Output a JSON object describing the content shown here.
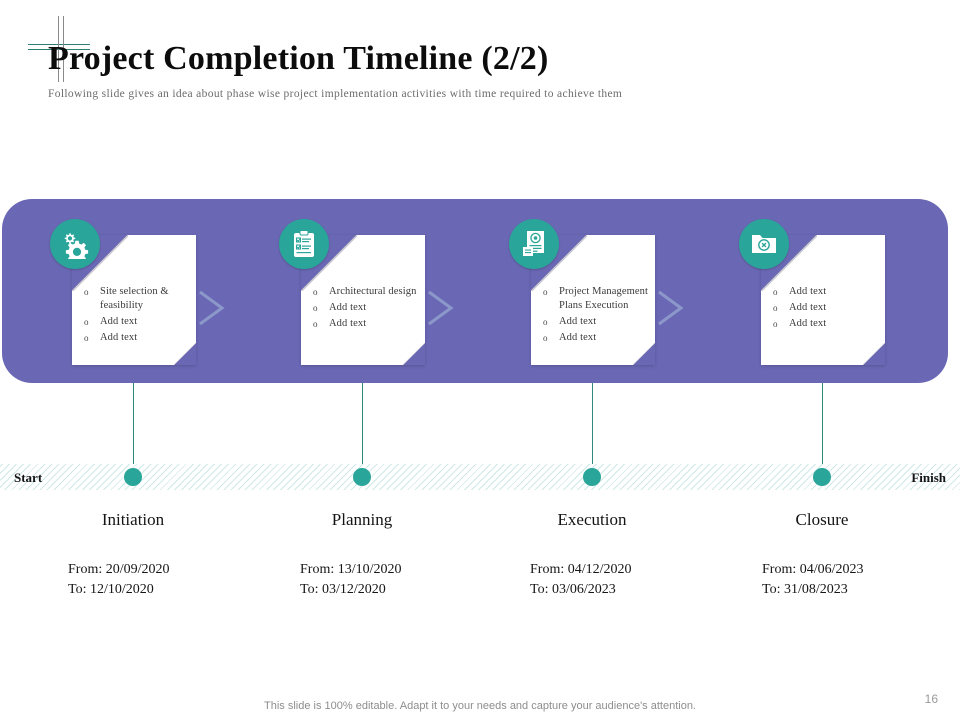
{
  "slide": {
    "title": "Project Completion Timeline (2/2)",
    "subtitle": "Following slide gives an idea about phase wise project implementation activities with time required to achieve them",
    "footer_note": "This slide is 100% editable. Adapt it to your needs and capture your audience's attention.",
    "page_number": "16"
  },
  "timeline": {
    "start_label": "Start",
    "finish_label": "Finish"
  },
  "colors": {
    "banner_purple": "#6a68b4",
    "accent_teal": "#2aa599",
    "connector_teal": "#2e8a80",
    "stripe_teal": "#cfe9e8",
    "card_white": "#ffffff",
    "text_dark": "#141414",
    "text_muted": "#6c6c6c"
  },
  "phases": [
    {
      "name": "Initiation",
      "icon": "gears-icon",
      "bullets": [
        "Site selection & feasibility",
        "Add text",
        "Add text"
      ],
      "from_label": "From: 20/09/2020",
      "to_label": "To: 12/10/2020"
    },
    {
      "name": "Planning",
      "icon": "clipboard-checklist-icon",
      "bullets": [
        "Architectural design",
        "Add text",
        "Add text"
      ],
      "from_label": "From: 13/10/2020",
      "to_label": "To: 03/12/2020"
    },
    {
      "name": "Execution",
      "icon": "document-gear-icon",
      "bullets": [
        "Project Management Plans Execution",
        "Add text",
        "Add text"
      ],
      "from_label": "From: 04/12/2020",
      "to_label": "To: 03/06/2023"
    },
    {
      "name": "Closure",
      "icon": "folder-close-icon",
      "bullets": [
        "Add text",
        "Add text",
        "Add text"
      ],
      "from_label": "From: 04/06/2023",
      "to_label": "To: 31/08/2023"
    }
  ],
  "bullet_marker": "o"
}
